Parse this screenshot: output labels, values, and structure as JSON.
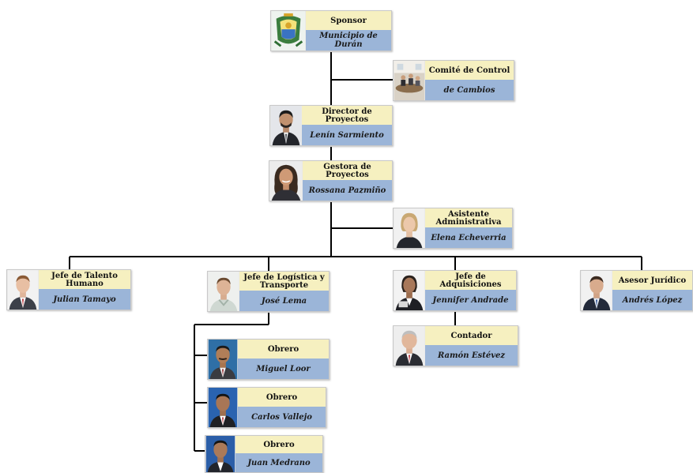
{
  "nodes": {
    "sponsor": {
      "role": "Sponsor",
      "person": "Municipio de Durán",
      "photo": "coat-of-arms-icon"
    },
    "comite": {
      "role": "Comité de Control",
      "person": "de Cambios",
      "photo": "meeting-room-photo"
    },
    "director": {
      "role": "Director de Proyectos",
      "person": "Lenín Sarmiento",
      "photo": "person-photo"
    },
    "gestora": {
      "role": "Gestora de Proyectos",
      "person": "Rossana Pazmiño",
      "photo": "person-photo"
    },
    "asistente": {
      "role": "Asistente Administrativa",
      "person": "Elena Echeverria",
      "photo": "person-photo"
    },
    "talento": {
      "role": "Jefe de Talento Humano",
      "person": "Julian Tamayo",
      "photo": "person-photo"
    },
    "logistica": {
      "role": "Jefe de Logística y Transporte",
      "person": "José Lema",
      "photo": "person-photo"
    },
    "adquisiciones": {
      "role": "Jefe de Adquisiciones",
      "person": "Jennifer Andrade",
      "photo": "person-photo"
    },
    "asesor": {
      "role": "Asesor Jurídico",
      "person": "Andrés López",
      "photo": "person-photo"
    },
    "contador": {
      "role": "Contador",
      "person": "Ramón Estévez",
      "photo": "person-photo"
    },
    "obrero1": {
      "role": "Obrero",
      "person": "Miguel Loor",
      "photo": "person-photo"
    },
    "obrero2": {
      "role": "Obrero",
      "person": "Carlos Vallejo",
      "photo": "person-photo"
    },
    "obrero3": {
      "role": "Obrero",
      "person": "Juan Medrano",
      "photo": "person-photo"
    }
  },
  "colors": {
    "role_band": "#f6f0c0",
    "name_band": "#9bb5d8",
    "connector": "#000000"
  }
}
